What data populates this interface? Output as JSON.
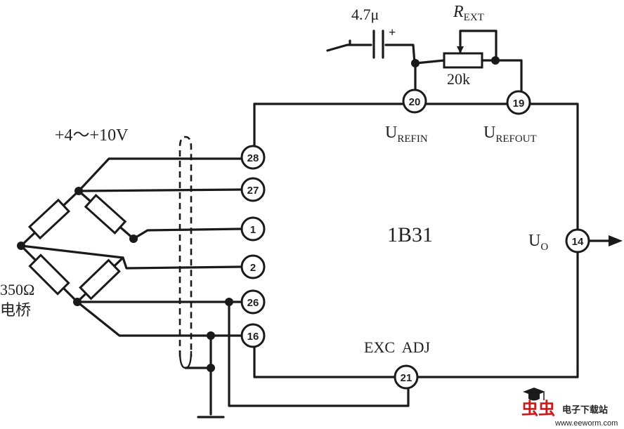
{
  "diagram": {
    "chip_label": "1B31",
    "capacitor_label": "4.7μ",
    "capacitor_polarity": "+",
    "rext_label": "R",
    "rext_sub": "EXT",
    "resistor_value": "20k",
    "supply_label": "+4～+10V",
    "bridge_label_line1": "350Ω",
    "bridge_label_line2": "电桥",
    "urefin_main": "U",
    "urefin_sub": "REFIN",
    "urefout_main": "U",
    "urefout_sub": "REFOUT",
    "uo_main": "U",
    "uo_sub": "O",
    "exc_adj_label": "EXC  ADJ",
    "pins": {
      "p20": "20",
      "p19": "19",
      "p28": "28",
      "p27": "27",
      "p1": "1",
      "p2": "2",
      "p26": "26",
      "p16": "16",
      "p14": "14",
      "p21": "21"
    }
  },
  "watermark": {
    "brand": "虫虫",
    "title": "电子下载站",
    "url": "www.eeworm.com"
  },
  "colors": {
    "line": "#1a1a1a",
    "watermark_red": "#d01818"
  }
}
